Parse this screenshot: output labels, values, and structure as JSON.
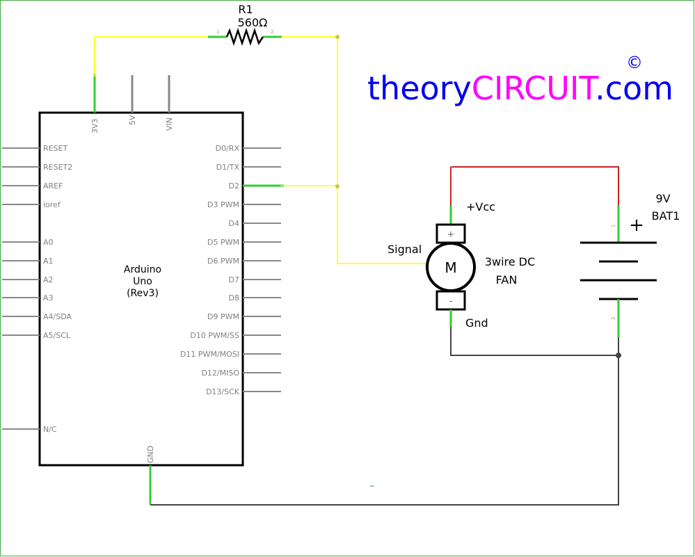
{
  "colors": {
    "wire_signal": "#ffff33",
    "wire_vcc": "#cc2222",
    "wire_gnd": "#444444",
    "pin_connected": "#33cc33",
    "pin": "#888888",
    "brand_theory": "#0000ee",
    "brand_circuit": "#ff00ff",
    "frame": "#44aa44"
  },
  "resistor": {
    "ref": "R1",
    "value": "560Ω",
    "pin1": "1",
    "pin2": "2"
  },
  "arduino": {
    "name_line1": "Arduino",
    "name_line2": "Uno",
    "name_line3": "(Rev3)",
    "top_pins": [
      "3V3",
      "5V",
      "VIN"
    ],
    "bottom_pin": "GND",
    "left_pins": [
      "RESET",
      "RESET2",
      "AREF",
      "ioref",
      "A0",
      "A1",
      "A2",
      "A3",
      "A4/SDA",
      "A5/SCL",
      "N/C"
    ],
    "right_pins": [
      "D0/RX",
      "D1/TX",
      "D2",
      "D3 PWM",
      "D4",
      "D5 PWM",
      "D6 PWM",
      "D7",
      "D8",
      "D9 PWM",
      "D10 PWM/SS",
      "D11 PWM/MOSI",
      "D12/MISO",
      "D13/SCK"
    ]
  },
  "fan": {
    "symbol": "M",
    "plus": "+",
    "minus": "-",
    "label_line1": "3wire DC",
    "label_line2": "FAN",
    "vcc_label": "+Vcc",
    "gnd_label": "Gnd",
    "signal_label": "Signal"
  },
  "battery": {
    "voltage": "9V",
    "ref": "BAT1",
    "plus": "+",
    "pin1": "1",
    "pin2": "2"
  },
  "brand": {
    "part1": "theory",
    "part2": "CIRCUIT",
    "part3": ".com",
    "copyright": "©"
  }
}
